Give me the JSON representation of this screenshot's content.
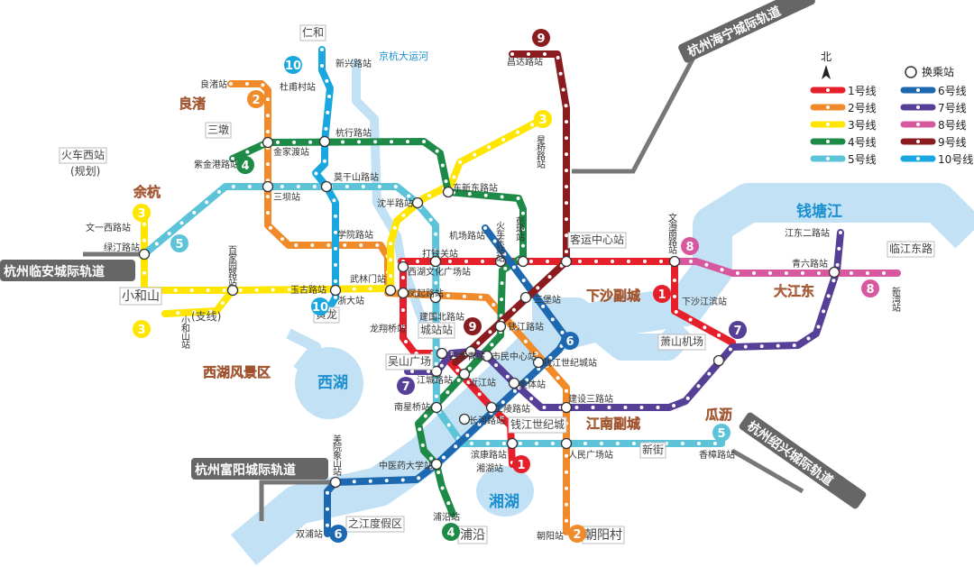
{
  "legend": {
    "north": "北",
    "interchange": "换乘站",
    "lines": [
      {
        "label": "1号线",
        "color": "#e5202b"
      },
      {
        "label": "2号线",
        "color": "#f08a2a"
      },
      {
        "label": "3号线",
        "color": "#ffe600"
      },
      {
        "label": "4号线",
        "color": "#1e8a47"
      },
      {
        "label": "5号线",
        "color": "#5cc3d9"
      },
      {
        "label": "6号线",
        "color": "#1c68b1"
      },
      {
        "label": "7号线",
        "color": "#563f97"
      },
      {
        "label": "8号线",
        "color": "#d7589f"
      },
      {
        "label": "9号线",
        "color": "#8a1c1f"
      },
      {
        "label": "10号线",
        "color": "#19a7df"
      }
    ]
  },
  "line_numbers": [
    "1",
    "2",
    "3",
    "4",
    "5",
    "6",
    "7",
    "8",
    "9",
    "10"
  ],
  "intercity": [
    "杭州海宁城际轨道",
    "杭州临安城际轨道",
    "杭州富阳城际轨道",
    "杭州绍兴城际轨道"
  ],
  "districts": [
    "良渚",
    "余杭",
    "西湖风景区",
    "下沙副城",
    "大江东",
    "江南副城",
    "瓜沥"
  ],
  "water": [
    "钱塘江",
    "西湖",
    "湘湖",
    "京杭大运河"
  ],
  "boxed_places": [
    "仁和",
    "三墩",
    "火车西站",
    "(规划)",
    "小和山",
    "(支线)",
    "黄龙",
    "吴山广场",
    "城站站",
    "客运中心站",
    "萧山机场",
    "钱江世纪城",
    "新街",
    "临江东路",
    "之江度假区",
    "浦沿",
    "朝阳村"
  ],
  "stations": [
    "良渚站",
    "杜甫村站",
    "新兴路站",
    "杭行路站",
    "金家渡站",
    "紫金港路站",
    "莫干山路站",
    "三坝站",
    "沈半路站",
    "东新东路站",
    "星桥路站",
    "昌达路站",
    "文一西路站",
    "绿汀路站",
    "百家园路站",
    "小和山站",
    "玉古路站",
    "浙大站",
    "武林门站",
    "学院路站",
    "打铁关站",
    "西湖文化广场站",
    "凤起路站",
    "建国北路站",
    "龙翔桥站",
    "机场路站",
    "火车东站站",
    "彭埠站",
    "三堡站",
    "钱江路站",
    "四季青站",
    "市民中心站",
    "钱江世纪城站",
    "江城路站",
    "近江站",
    "奥体站",
    "建设三路站",
    "南星桥站",
    "工陵路站",
    "长河路站",
    "滨康路站",
    "湘湖站",
    "人民广场站",
    "中医药大学站",
    "美院象山站",
    "双浦站",
    "浦沿站",
    "朝阳站",
    "香樟路站",
    "文海南路站",
    "下沙江滨站",
    "江东二路站",
    "青六路站",
    "新湾站"
  ]
}
